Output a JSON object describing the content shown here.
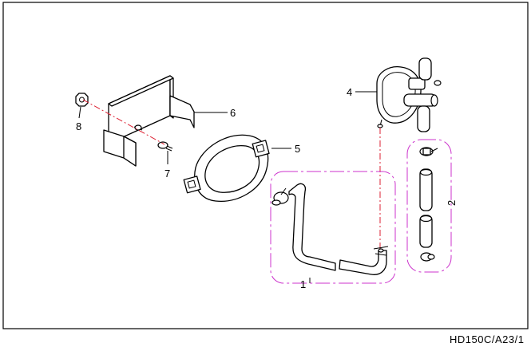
{
  "diagram": {
    "callouts": {
      "c1": "1",
      "c2": "2",
      "c4": "4",
      "c5": "5",
      "c6": "6",
      "c7": "7",
      "c8": "8"
    },
    "reference": "HD150C/A23/1",
    "colors": {
      "border": "#000000",
      "group_outline": "#cc33cc",
      "assembly_axis": "#dd2233"
    }
  }
}
